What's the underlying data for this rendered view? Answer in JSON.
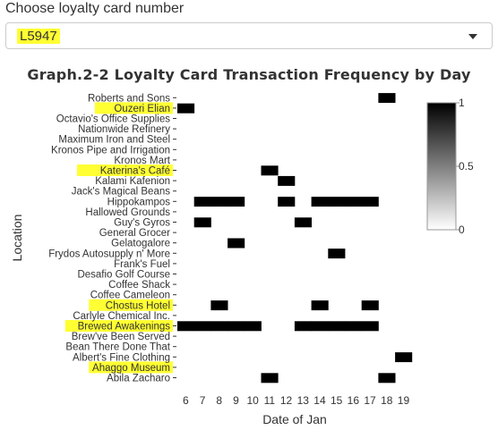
{
  "selector": {
    "label": "Choose loyalty card number",
    "value": "L5947"
  },
  "chart_data": {
    "type": "heatmap",
    "title": "Graph.2-2 Loyalty Card Transaction Frequency by Day",
    "xlabel": "Date of Jan",
    "ylabel": "Location",
    "x": [
      6,
      7,
      8,
      9,
      10,
      11,
      12,
      13,
      14,
      15,
      16,
      17,
      18,
      19
    ],
    "y": [
      "Roberts and Sons",
      "Ouzeri Elian",
      "Octavio's Office Supplies",
      "Nationwide Refinery",
      "Maximum Iron and Steel",
      "Kronos Pipe and Irrigation",
      "Kronos Mart",
      "Katerina's Café",
      "Kalami Kafenion",
      "Jack's Magical Beans",
      "Hippokampos",
      "Hallowed Grounds",
      "Guy's Gyros",
      "General Grocer",
      "Gelatogalore",
      "Frydos Autosupply n' More",
      "Frank's Fuel",
      "Desafio Golf Course",
      "Coffee Shack",
      "Coffee Cameleon",
      "Chostus Hotel",
      "Carlyle Chemical Inc.",
      "Brewed Awakenings",
      "Brew've Been Served",
      "Bean There Done That",
      "Albert's Fine Clothing",
      "Ahaggo Museum",
      "Abila Zacharo"
    ],
    "highlighted": [
      "Ouzeri Elian",
      "Katerina's Café",
      "Chostus Hotel",
      "Brewed Awakenings",
      "Ahaggo Museum"
    ],
    "cells": [
      {
        "y": "Roberts and Sons",
        "x": 18,
        "value": 1
      },
      {
        "y": "Ouzeri Elian",
        "x": 6,
        "value": 1
      },
      {
        "y": "Katerina's Café",
        "x": 11,
        "value": 1
      },
      {
        "y": "Kalami Kafenion",
        "x": 12,
        "value": 1
      },
      {
        "y": "Hippokampos",
        "x": 7,
        "value": 1
      },
      {
        "y": "Hippokampos",
        "x": 8,
        "value": 1
      },
      {
        "y": "Hippokampos",
        "x": 9,
        "value": 1
      },
      {
        "y": "Hippokampos",
        "x": 12,
        "value": 1
      },
      {
        "y": "Hippokampos",
        "x": 14,
        "value": 1
      },
      {
        "y": "Hippokampos",
        "x": 15,
        "value": 1
      },
      {
        "y": "Hippokampos",
        "x": 16,
        "value": 1
      },
      {
        "y": "Hippokampos",
        "x": 17,
        "value": 1
      },
      {
        "y": "Guy's Gyros",
        "x": 7,
        "value": 1
      },
      {
        "y": "Guy's Gyros",
        "x": 13,
        "value": 1
      },
      {
        "y": "Gelatogalore",
        "x": 9,
        "value": 1
      },
      {
        "y": "Frydos Autosupply n' More",
        "x": 15,
        "value": 1
      },
      {
        "y": "Chostus Hotel",
        "x": 8,
        "value": 1
      },
      {
        "y": "Chostus Hotel",
        "x": 14,
        "value": 1
      },
      {
        "y": "Chostus Hotel",
        "x": 17,
        "value": 1
      },
      {
        "y": "Brewed Awakenings",
        "x": 6,
        "value": 1
      },
      {
        "y": "Brewed Awakenings",
        "x": 7,
        "value": 1
      },
      {
        "y": "Brewed Awakenings",
        "x": 8,
        "value": 1
      },
      {
        "y": "Brewed Awakenings",
        "x": 9,
        "value": 1
      },
      {
        "y": "Brewed Awakenings",
        "x": 10,
        "value": 1
      },
      {
        "y": "Brewed Awakenings",
        "x": 13,
        "value": 1
      },
      {
        "y": "Brewed Awakenings",
        "x": 14,
        "value": 1
      },
      {
        "y": "Brewed Awakenings",
        "x": 15,
        "value": 1
      },
      {
        "y": "Brewed Awakenings",
        "x": 16,
        "value": 1
      },
      {
        "y": "Brewed Awakenings",
        "x": 17,
        "value": 1
      },
      {
        "y": "Albert's Fine Clothing",
        "x": 19,
        "value": 1
      },
      {
        "y": "Abila Zacharo",
        "x": 11,
        "value": 1
      },
      {
        "y": "Abila Zacharo",
        "x": 18,
        "value": 1
      }
    ],
    "colorbar": {
      "min": 0,
      "max": 1,
      "ticks": [
        "0",
        "0.5",
        "1"
      ],
      "low_color": "#ffffff",
      "high_color": "#000000"
    },
    "highlight_color": "#ffff33",
    "grid": false
  }
}
